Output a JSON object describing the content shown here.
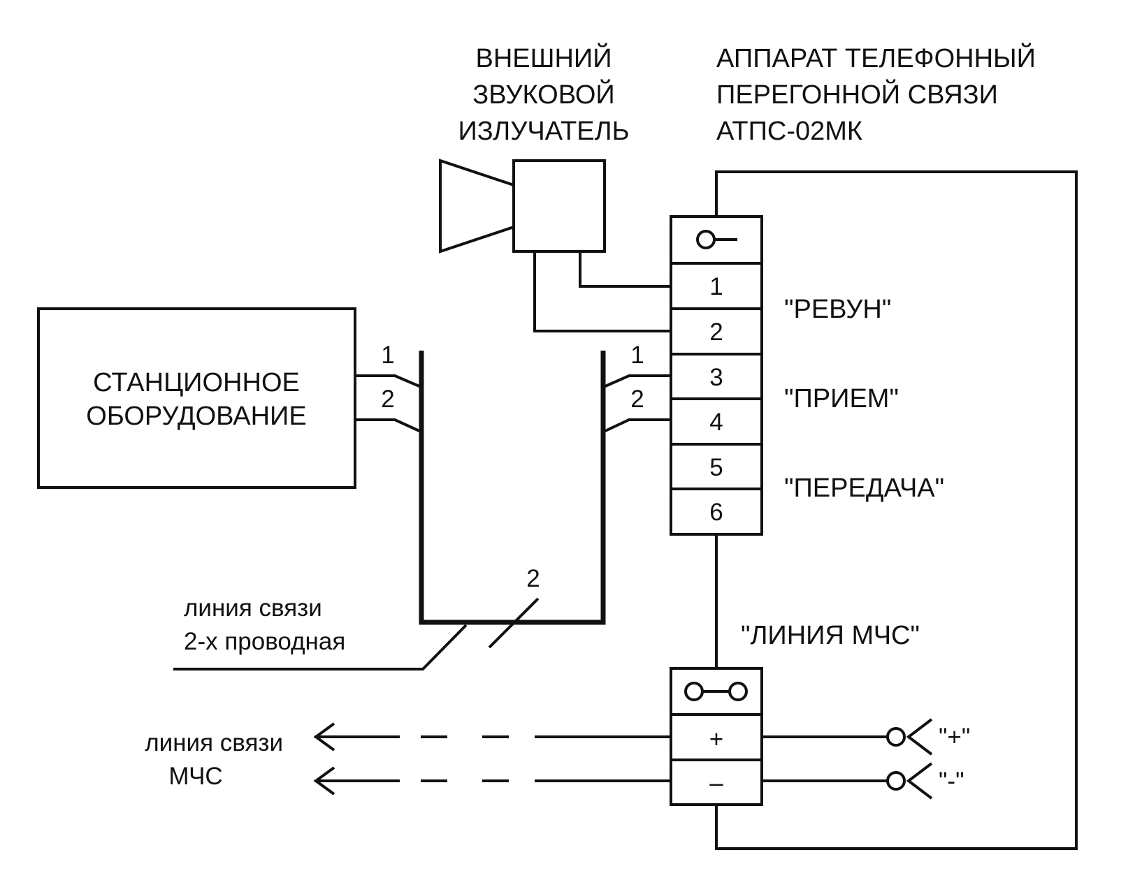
{
  "horn": {
    "lines": [
      "ВНЕШНИЙ",
      "ЗВУКОВОЙ",
      "ИЗЛУЧАТЕЛЬ"
    ]
  },
  "device": {
    "lines": [
      "АППАРАТ ТЕЛЕФОННЫЙ",
      "ПЕРЕГОННОЙ СВЯЗИ",
      "АТПС-02МК"
    ]
  },
  "station": {
    "lines": [
      "СТАНЦИОННОЕ",
      "ОБОРУДОВАНИЕ"
    ],
    "wire_numbers": [
      "1",
      "2"
    ]
  },
  "terminal_block_top": {
    "terminals": [
      "1",
      "2",
      "3",
      "4",
      "5",
      "6"
    ]
  },
  "line_wire_numbers": [
    "1",
    "2"
  ],
  "signal_labels": {
    "revun": "\"РЕВУН\"",
    "priem": "\"ПРИЕМ\"",
    "peredacha": "\"ПЕРЕДАЧА\"",
    "mchs_line": "\"ЛИНИЯ МЧС\""
  },
  "two_wire_line": {
    "count": "2",
    "lines": [
      "линия связи",
      "2-х проводная"
    ]
  },
  "terminal_block_bottom": {
    "plus": "+",
    "minus": "–"
  },
  "mchs_line_label": {
    "lines": [
      "линия связи",
      "МЧС"
    ]
  },
  "power": {
    "plus": "\"+\"",
    "minus": "\"-\""
  }
}
